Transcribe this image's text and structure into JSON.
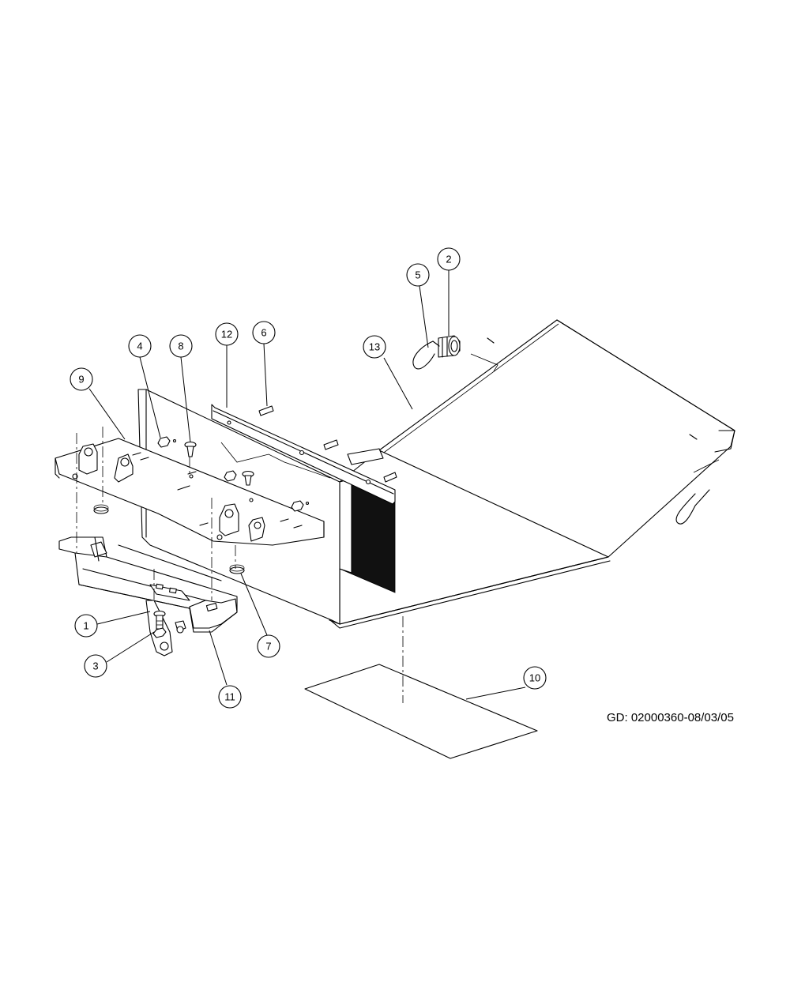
{
  "callouts": [
    {
      "id": "c1",
      "label": "1"
    },
    {
      "id": "c2",
      "label": "2"
    },
    {
      "id": "c3",
      "label": "3"
    },
    {
      "id": "c4",
      "label": "4"
    },
    {
      "id": "c5",
      "label": "5"
    },
    {
      "id": "c6",
      "label": "6"
    },
    {
      "id": "c7",
      "label": "7"
    },
    {
      "id": "c8",
      "label": "8"
    },
    {
      "id": "c9",
      "label": "9"
    },
    {
      "id": "c10",
      "label": "10"
    },
    {
      "id": "c11",
      "label": "11"
    },
    {
      "id": "c12",
      "label": "12"
    },
    {
      "id": "c13",
      "label": "13"
    }
  ],
  "reference_code": "GD: 02000360-08/03/05",
  "colors": {
    "line": "#000000",
    "background": "#ffffff"
  }
}
